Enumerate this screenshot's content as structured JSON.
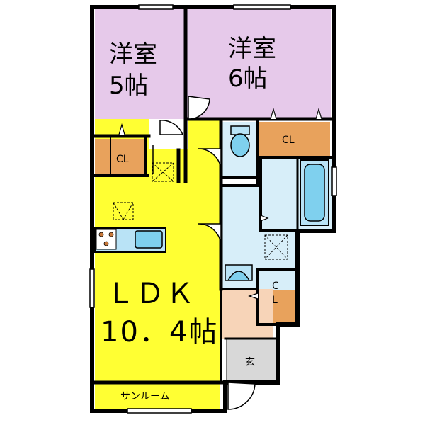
{
  "rooms": {
    "western_room_1": {
      "name": "洋室",
      "size": "5帖"
    },
    "western_room_2": {
      "name": "洋室",
      "size": "6帖"
    },
    "ldk": {
      "name": "ＬＤＫ",
      "size": "10．4帖"
    },
    "closet_label": "CL",
    "closet_vertical": [
      "C",
      "L"
    ],
    "entrance": "玄",
    "sunroom": "サンルーム"
  },
  "colors": {
    "western_room": "#e6c9ea",
    "ldk": "#ffff33",
    "closet": "#e8a25c",
    "wet_area": "#d7eef9",
    "fixture": "#b9e3f6",
    "entrance": "#d8d8d8",
    "hall": "#f7d4b8",
    "wall": "#000000"
  }
}
